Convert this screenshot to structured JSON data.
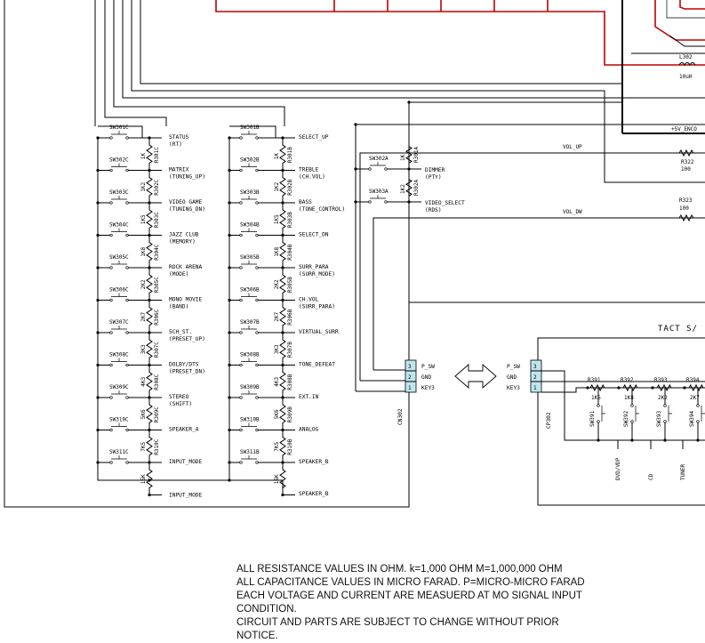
{
  "col_c": [
    {
      "sw": "SW301C",
      "res": "",
      "ref": "",
      "label": "",
      "func": ""
    },
    {
      "sw": "SW302C",
      "res": "1K",
      "ref": "R301C",
      "label": "STATUS",
      "func": "(RT)"
    },
    {
      "sw": "SW303C",
      "res": "1K2",
      "ref": "R302C",
      "label": "MATRIX",
      "func": "(TUNING_UP)"
    },
    {
      "sw": "SW304C",
      "res": "1K5",
      "ref": "R303C",
      "label": "VIDEO GAME",
      "func": "(TUNING_DN)"
    },
    {
      "sw": "SW305C",
      "res": "1K8",
      "ref": "R304C",
      "label": "JAZZ CLUB",
      "func": "(MEMORY)"
    },
    {
      "sw": "SW306C",
      "res": "2K2",
      "ref": "R305C",
      "label": "ROCK ARENA",
      "func": "(MODE)"
    },
    {
      "sw": "SW307C",
      "res": "2K7",
      "ref": "R306C",
      "label": "MONO MOVIE",
      "func": "(BAND)"
    },
    {
      "sw": "SW308C",
      "res": "3K3",
      "ref": "R307C",
      "label": "5CH_ST.",
      "func": "(PRESET_UP)"
    },
    {
      "sw": "SW309C",
      "res": "4K3",
      "ref": "R308C",
      "label": "DOLBY/DTS",
      "func": "(PRESET_DN)"
    },
    {
      "sw": "SW310C",
      "res": "5K6",
      "ref": "R309C",
      "label": "STEREO",
      "func": "(SHIFT)"
    },
    {
      "sw": "SW311C",
      "res": "7K5",
      "ref": "R310C",
      "label": "SPEAKER_A",
      "func": ""
    },
    {
      "sw": "",
      "res": "15K",
      "ref": "",
      "label": "INPUT_MODE",
      "func": ""
    }
  ],
  "col_b": [
    {
      "sw": "SW301B",
      "res": "",
      "ref": "",
      "label": "SELECT_UP",
      "func": ""
    },
    {
      "sw": "SW302B",
      "res": "1K",
      "ref": "R301B",
      "label": "TREBLE",
      "func": "(CH.VOL)"
    },
    {
      "sw": "SW303B",
      "res": "1K2",
      "ref": "R302B",
      "label": "BASS",
      "func": "(TONE_CONTROL)"
    },
    {
      "sw": "SW304B",
      "res": "1K5",
      "ref": "R303B",
      "label": "SELECT_DN",
      "func": ""
    },
    {
      "sw": "SW305B",
      "res": "1K8",
      "ref": "R304B",
      "label": "SURR_PARA",
      "func": "(SURR_MODE)"
    },
    {
      "sw": "SW306B",
      "res": "2K2",
      "ref": "R305B",
      "label": "CH.VOL",
      "func": "(SURR_PARA)"
    },
    {
      "sw": "SW307B",
      "res": "2K7",
      "ref": "R306B",
      "label": "VIRTUAL_SURR",
      "func": ""
    },
    {
      "sw": "SW308B",
      "res": "3K3",
      "ref": "R307B",
      "label": "TONE_DEFEAT",
      "func": ""
    },
    {
      "sw": "SW309B",
      "res": "4K3",
      "ref": "R308B",
      "label": "EXT.IN",
      "func": ""
    },
    {
      "sw": "SW310B",
      "res": "5K6",
      "ref": "R309B",
      "label": "ANALOG",
      "func": ""
    },
    {
      "sw": "SW311B",
      "res": "7K5",
      "ref": "R310B",
      "label": "SPEAKER_B",
      "func": ""
    },
    {
      "sw": "",
      "res": "15K",
      "ref": "",
      "label": "",
      "func": ""
    }
  ],
  "col_a": [
    {
      "sw": "SW302A",
      "res": "1K",
      "ref": "R301A",
      "label": "DIMMER",
      "func": "(PTY)"
    },
    {
      "sw": "SW303A",
      "res": "1K2",
      "ref": "R302A",
      "label": "VIDEO_SELECT",
      "func": "(RDS)"
    }
  ],
  "connector_left": {
    "ref": "CN302",
    "pins": [
      "P_SW",
      "GND",
      "KEY3"
    ],
    "nums": [
      "3",
      "2",
      "1"
    ]
  },
  "connector_right": {
    "ref": "CP302",
    "pins": [
      "P_SW",
      "GND",
      "KEY3"
    ],
    "nums": [
      "3",
      "2",
      "1"
    ]
  },
  "tact": {
    "title": "TACT S/",
    "resistors": [
      {
        "ref": "R391",
        "val": "1K5"
      },
      {
        "ref": "R392",
        "val": "1K8"
      },
      {
        "ref": "R393",
        "val": "2K2"
      },
      {
        "ref": "R394",
        "val": "2K7"
      }
    ],
    "switches": [
      "SW391",
      "SW392",
      "SW393",
      "SW394"
    ],
    "functions": [
      "DVD/VDP",
      "CD",
      "TUNER"
    ]
  },
  "right_parts": {
    "l302": {
      "ref": "L302",
      "val": "10uH"
    },
    "r322": {
      "ref": "R322",
      "val": "100"
    },
    "r323": {
      "ref": "R323",
      "val": "100"
    },
    "enco": "+5V_ENCO",
    "vol_up": "VOL_UP",
    "vol_dw": "VOL_DW"
  },
  "notes": [
    "ALL RESISTANCE VALUES IN OHM. k=1,000 OHM M=1,000,000 OHM",
    "ALL CAPACITANCE VALUES IN MICRO FARAD. P=MICRO-MICRO FARAD",
    "EACH VOLTAGE AND CURRENT ARE MEASUERD AT MO SIGNAL INPUT",
    "CONDITION.",
    "CIRCUIT AND PARTS ARE SUBJECT TO CHANGE WITHOUT PRIOR",
    "NOTICE."
  ]
}
